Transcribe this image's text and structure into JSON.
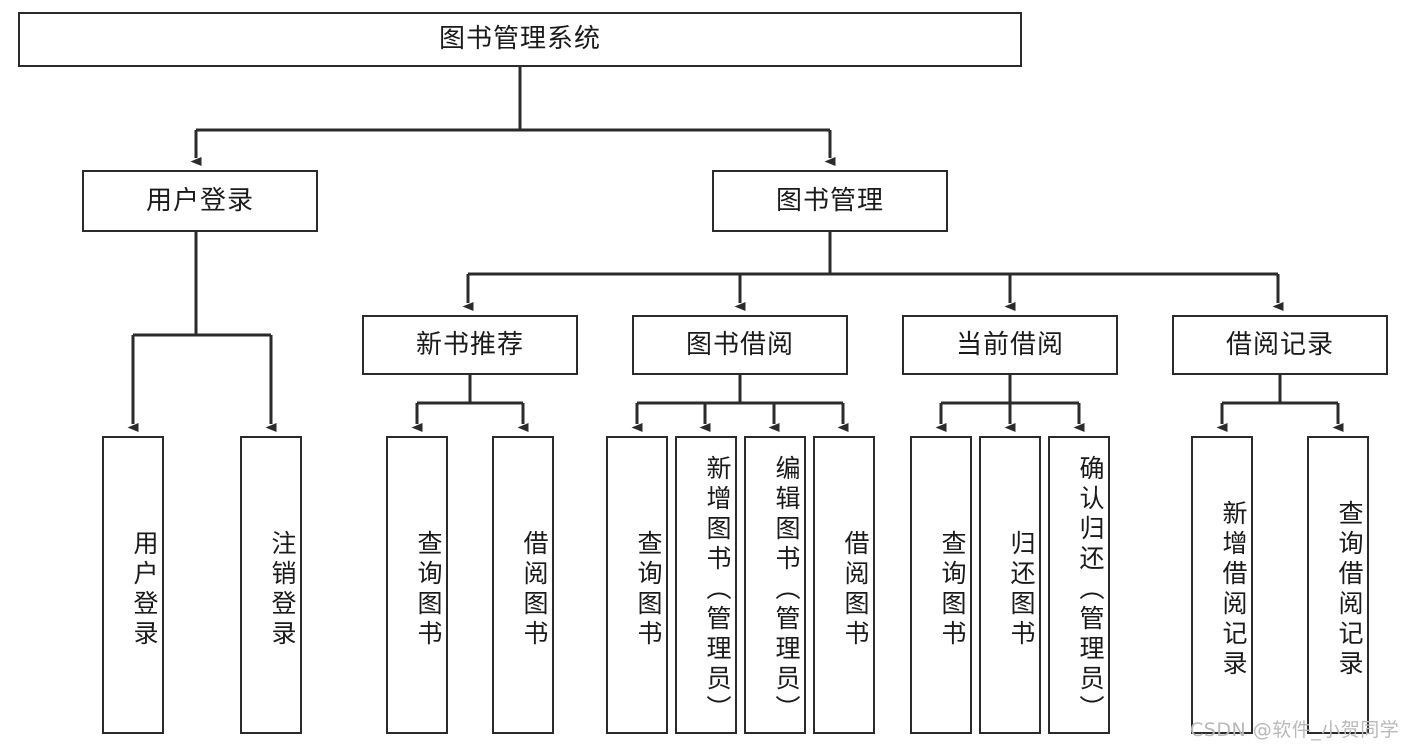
{
  "diagram": {
    "title": "图书管理系统",
    "type": "tree-hierarchy-diagram",
    "orientation": "top-down",
    "colors": {
      "stroke": "#2b2b2b",
      "fill": "#ffffff",
      "text": "#1a1a1a",
      "watermark": "#b9b9b9"
    },
    "root": {
      "label": "图书管理系统"
    },
    "level2": [
      {
        "label": "用户登录"
      },
      {
        "label": "图书管理"
      }
    ],
    "level3": [
      {
        "label": "新书推荐"
      },
      {
        "label": "图书借阅"
      },
      {
        "label": "当前借阅"
      },
      {
        "label": "借阅记录"
      }
    ],
    "leaves": {
      "user_login": [
        {
          "label": "用户登录"
        },
        {
          "label": "注销登录"
        }
      ],
      "new_book_recommend": [
        {
          "label": "查询图书"
        },
        {
          "label": "借阅图书"
        }
      ],
      "book_borrow": [
        {
          "label": "查询图书"
        },
        {
          "label": "新增图书（管理员）"
        },
        {
          "label": "编辑图书（管理员）"
        },
        {
          "label": "借阅图书"
        }
      ],
      "current_borrow": [
        {
          "label": "查询图书"
        },
        {
          "label": "归还图书"
        },
        {
          "label": "确认归还（管理员）"
        }
      ],
      "borrow_record": [
        {
          "label": "新增借阅记录"
        },
        {
          "label": "查询借阅记录"
        }
      ]
    },
    "watermark": "CSDN @软件_小贺同学"
  }
}
